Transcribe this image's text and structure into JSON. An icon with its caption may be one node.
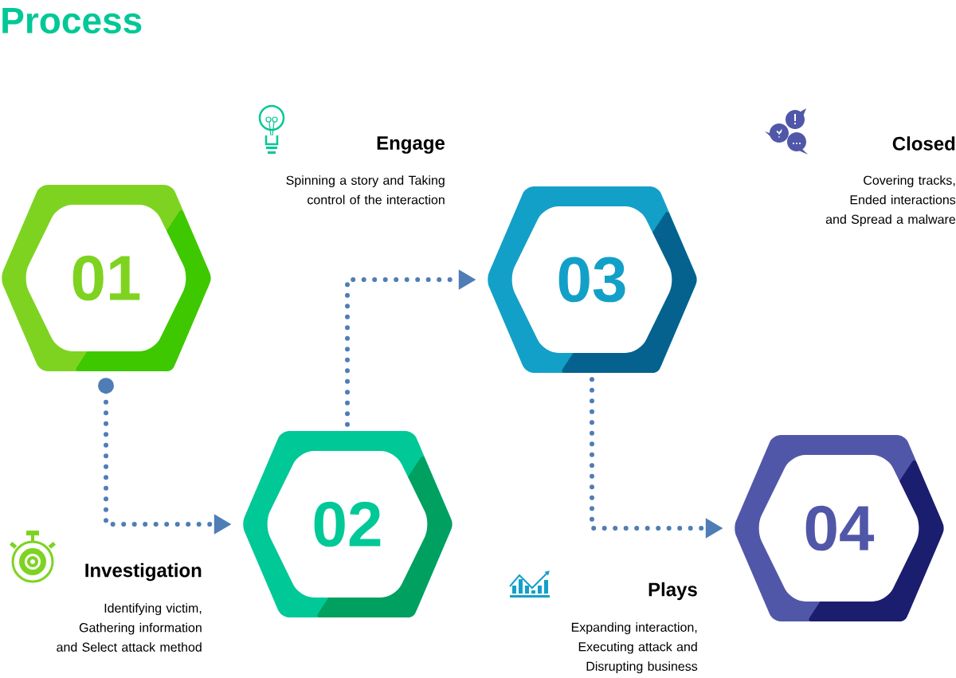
{
  "diagram": {
    "title": "Process",
    "nodes": [
      {
        "text": [
          "01"
        ]
      },
      {
        "text": [
          "02"
        ]
      },
      {
        "text": [
          "03"
        ]
      },
      {
        "text": [
          "04"
        ]
      }
    ],
    "edges": [
      {
        "from": 0,
        "to": 1,
        "arrow": "to"
      },
      {
        "from": 1,
        "to": 2,
        "arrow": "to"
      },
      {
        "from": 2,
        "to": 3,
        "arrow": "to"
      }
    ],
    "labels": [
      "Engage",
      "Spinning a story and Taking control of the interaction",
      "Closed",
      "Covering tracks, Ended interactions and Spread a malware",
      "Investigation",
      "Identifying victim, Gathering information and Select attack method",
      "Plays",
      "Expanding interaction, Executing attack and Disrupting business"
    ]
  }
}
